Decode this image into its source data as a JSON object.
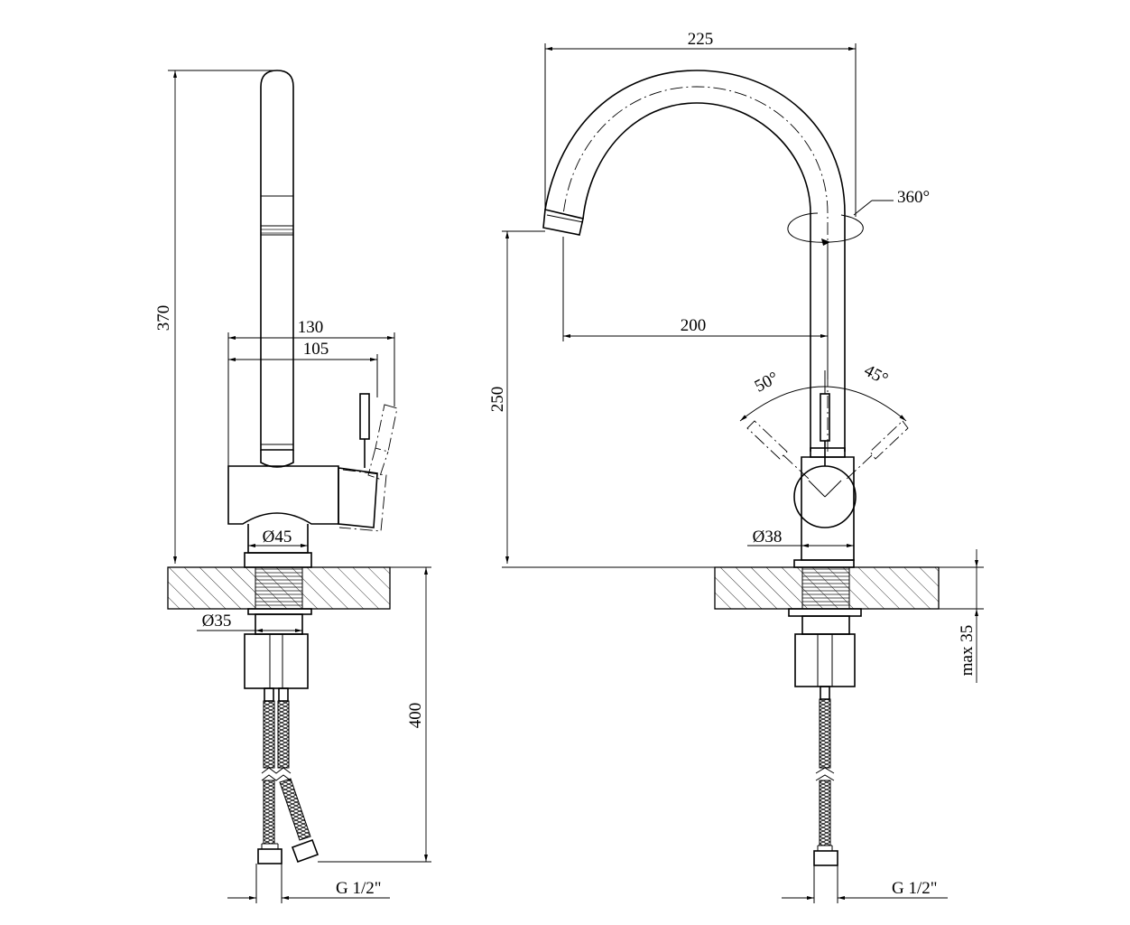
{
  "labels": {
    "height_total": "370",
    "body_length": "130",
    "lever_reach": "105",
    "base_diameter": "Ø45",
    "shank_diameter": "Ø35",
    "hose_length": "400",
    "thread_left": "G 1/2\"",
    "spout_width": "225",
    "rotation": "360°",
    "spout_reach": "200",
    "spout_height": "250",
    "lever_angle_left": "50°",
    "lever_angle_right": "45°",
    "body_diameter": "Ø38",
    "max_thickness": "max 35",
    "thread_right": "G 1/2\""
  }
}
